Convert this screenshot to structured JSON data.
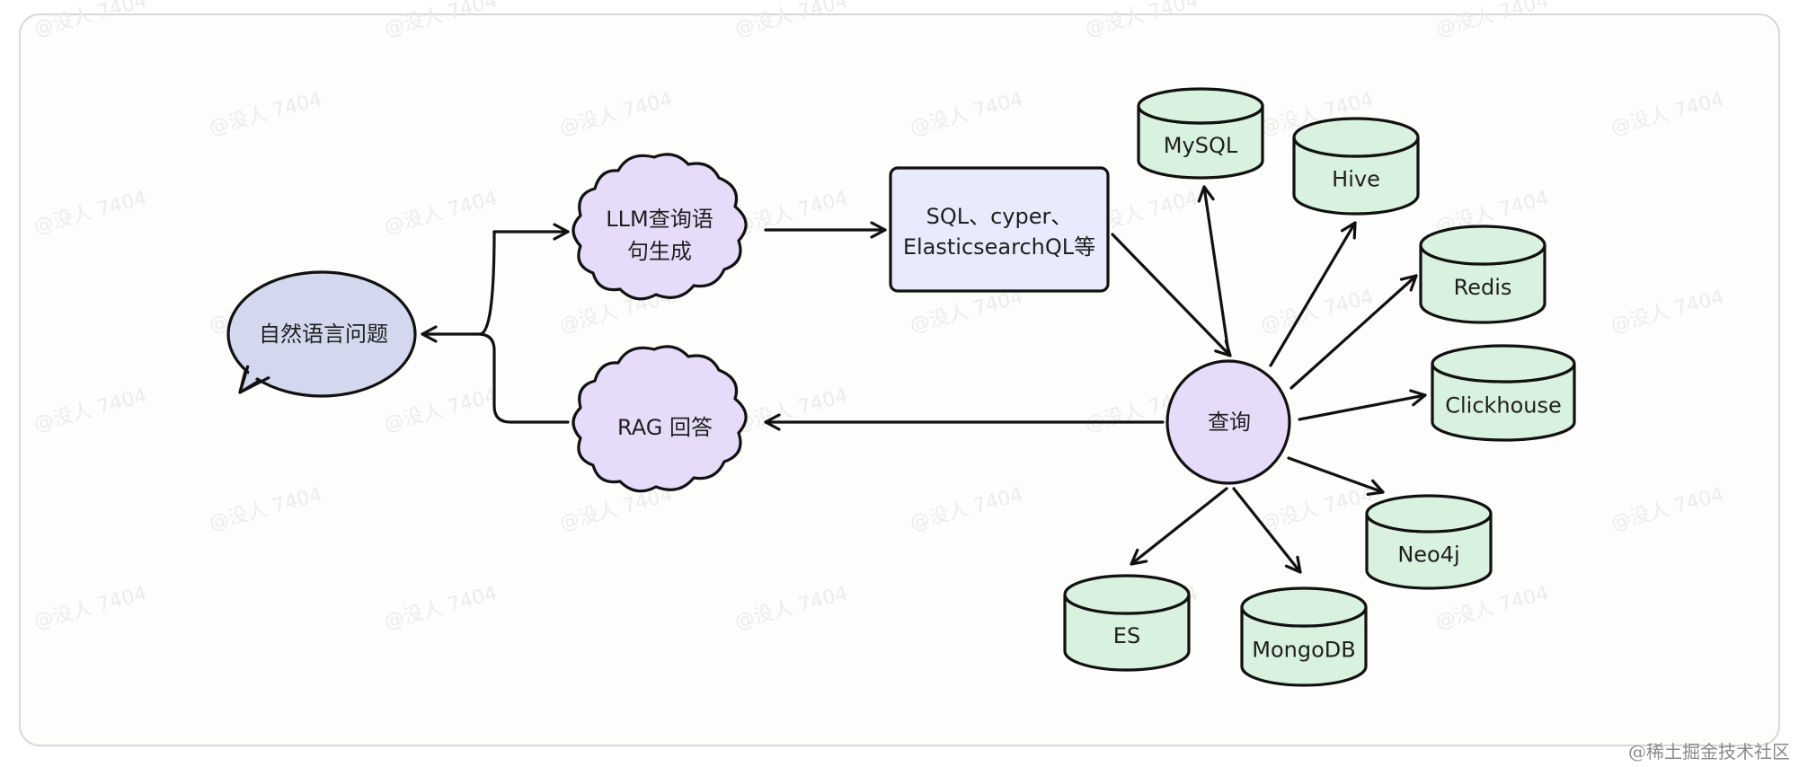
{
  "colors": {
    "frame_border": "#d8d8d8",
    "frame_fill": "#fdfdfc",
    "speech_fill": "#d3d8ef",
    "cloud_fill": "#e6dcfa",
    "box_fill": "#e7ebfb",
    "hub_fill": "#e6dcfa",
    "db_fill": "#d8f2df",
    "stroke": "#111111"
  },
  "nodes": {
    "question": {
      "label": "自然语言问题",
      "shape": "speech-bubble"
    },
    "llm_gen": {
      "lines": [
        "LLM查询语",
        "句生成"
      ],
      "shape": "cloud"
    },
    "rag_answer": {
      "label": "RAG 回答",
      "shape": "cloud"
    },
    "query_lang": {
      "lines": [
        "SQL、cyper、",
        "ElasticsearchQL等"
      ],
      "shape": "rounded-rectangle"
    },
    "query_hub": {
      "label": "查询",
      "shape": "circle"
    }
  },
  "databases": [
    {
      "id": "mysql",
      "label": "MySQL"
    },
    {
      "id": "hive",
      "label": "Hive"
    },
    {
      "id": "redis",
      "label": "Redis"
    },
    {
      "id": "clickhouse",
      "label": "Clickhouse"
    },
    {
      "id": "neo4j",
      "label": "Neo4j"
    },
    {
      "id": "mongodb",
      "label": "MongoDB"
    },
    {
      "id": "es",
      "label": "ES"
    }
  ],
  "edges": [
    {
      "from": "question",
      "to": "llm_gen"
    },
    {
      "from": "llm_gen",
      "to": "query_lang"
    },
    {
      "from": "query_lang",
      "to": "query_hub"
    },
    {
      "from": "query_hub",
      "to": "mysql"
    },
    {
      "from": "query_hub",
      "to": "hive"
    },
    {
      "from": "query_hub",
      "to": "redis"
    },
    {
      "from": "query_hub",
      "to": "clickhouse"
    },
    {
      "from": "query_hub",
      "to": "neo4j"
    },
    {
      "from": "query_hub",
      "to": "mongodb"
    },
    {
      "from": "query_hub",
      "to": "es"
    },
    {
      "from": "query_hub",
      "to": "rag_answer"
    },
    {
      "from": "rag_answer",
      "to": "question"
    }
  ],
  "watermark": "@没人 7404",
  "footer": "@稀土掘金技术社区"
}
